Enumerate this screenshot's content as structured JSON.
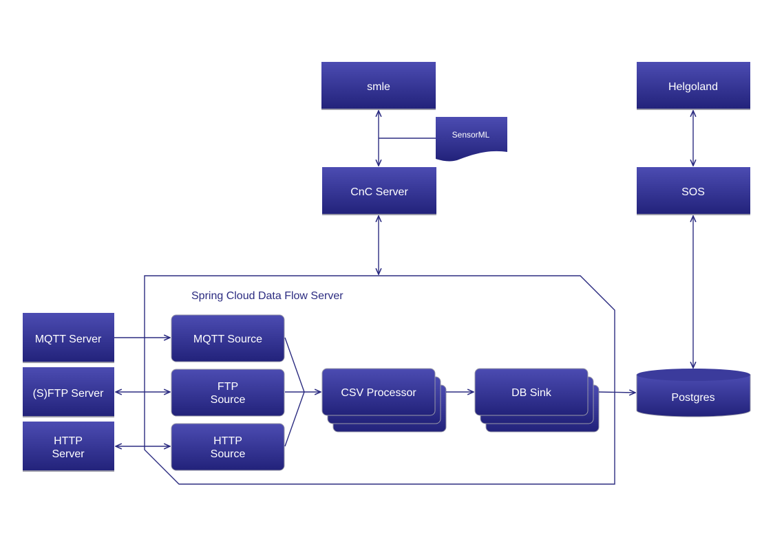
{
  "diagram": {
    "group": {
      "label": "Spring Cloud Data Flow Server"
    },
    "nodes": {
      "smle": "smle",
      "sensorml": "SensorML",
      "cnc_server": "CnC Server",
      "helgoland": "Helgoland",
      "sos": "SOS",
      "mqtt_server": "MQTT Server",
      "sftp_server": "(S)FTP Server",
      "http_server_line1": "HTTP",
      "http_server_line2": "Server",
      "mqtt_source": "MQTT Source",
      "ftp_source_line1": "FTP",
      "ftp_source_line2": "Source",
      "http_source_line1": "HTTP",
      "http_source_line2": "Source",
      "csv_processor": "CSV Processor",
      "db_sink": "DB Sink",
      "postgres": "Postgres"
    },
    "colors": {
      "node_top": "#4a4aae",
      "node_bottom": "#23237a",
      "line": "#2b2b80"
    }
  }
}
